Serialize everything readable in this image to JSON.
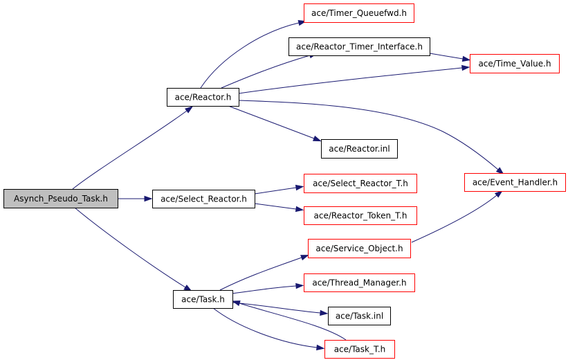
{
  "graph": {
    "colors": {
      "edge": "#191970",
      "root_fill": "#bfbfbf",
      "normal_fill": "#ffffff",
      "normal_border": "#000000",
      "external_border": "#ff0000"
    },
    "nodes": [
      {
        "id": "asynch",
        "label": "Asynch_Pseudo_Task.h",
        "style": "root"
      },
      {
        "id": "reactor",
        "label": "ace/Reactor.h",
        "style": "normal"
      },
      {
        "id": "select_reactor",
        "label": "ace/Select_Reactor.h",
        "style": "normal"
      },
      {
        "id": "task",
        "label": "ace/Task.h",
        "style": "normal"
      },
      {
        "id": "timer_queuefwd",
        "label": "ace/Timer_Queuefwd.h",
        "style": "external"
      },
      {
        "id": "reactor_timer_interface",
        "label": "ace/Reactor_Timer_Interface.h",
        "style": "normal"
      },
      {
        "id": "time_value",
        "label": "ace/Time_Value.h",
        "style": "external"
      },
      {
        "id": "reactor_inl",
        "label": "ace/Reactor.inl",
        "style": "normal"
      },
      {
        "id": "event_handler",
        "label": "ace/Event_Handler.h",
        "style": "external"
      },
      {
        "id": "select_reactor_t",
        "label": "ace/Select_Reactor_T.h",
        "style": "external"
      },
      {
        "id": "reactor_token_t",
        "label": "ace/Reactor_Token_T.h",
        "style": "external"
      },
      {
        "id": "service_object",
        "label": "ace/Service_Object.h",
        "style": "external"
      },
      {
        "id": "thread_manager",
        "label": "ace/Thread_Manager.h",
        "style": "external"
      },
      {
        "id": "task_inl",
        "label": "ace/Task.inl",
        "style": "normal"
      },
      {
        "id": "task_t",
        "label": "ace/Task_T.h",
        "style": "external"
      }
    ],
    "edges": [
      {
        "from": "asynch",
        "to": "reactor"
      },
      {
        "from": "asynch",
        "to": "select_reactor"
      },
      {
        "from": "asynch",
        "to": "task"
      },
      {
        "from": "reactor",
        "to": "timer_queuefwd"
      },
      {
        "from": "reactor",
        "to": "reactor_timer_interface"
      },
      {
        "from": "reactor",
        "to": "time_value"
      },
      {
        "from": "reactor",
        "to": "reactor_inl"
      },
      {
        "from": "reactor",
        "to": "event_handler"
      },
      {
        "from": "reactor_timer_interface",
        "to": "time_value"
      },
      {
        "from": "select_reactor",
        "to": "select_reactor_t"
      },
      {
        "from": "select_reactor",
        "to": "reactor_token_t"
      },
      {
        "from": "task",
        "to": "service_object"
      },
      {
        "from": "task",
        "to": "thread_manager"
      },
      {
        "from": "task",
        "to": "task_inl"
      },
      {
        "from": "task",
        "to": "task_t"
      },
      {
        "from": "task_t",
        "to": "task"
      },
      {
        "from": "service_object",
        "to": "event_handler"
      }
    ]
  }
}
